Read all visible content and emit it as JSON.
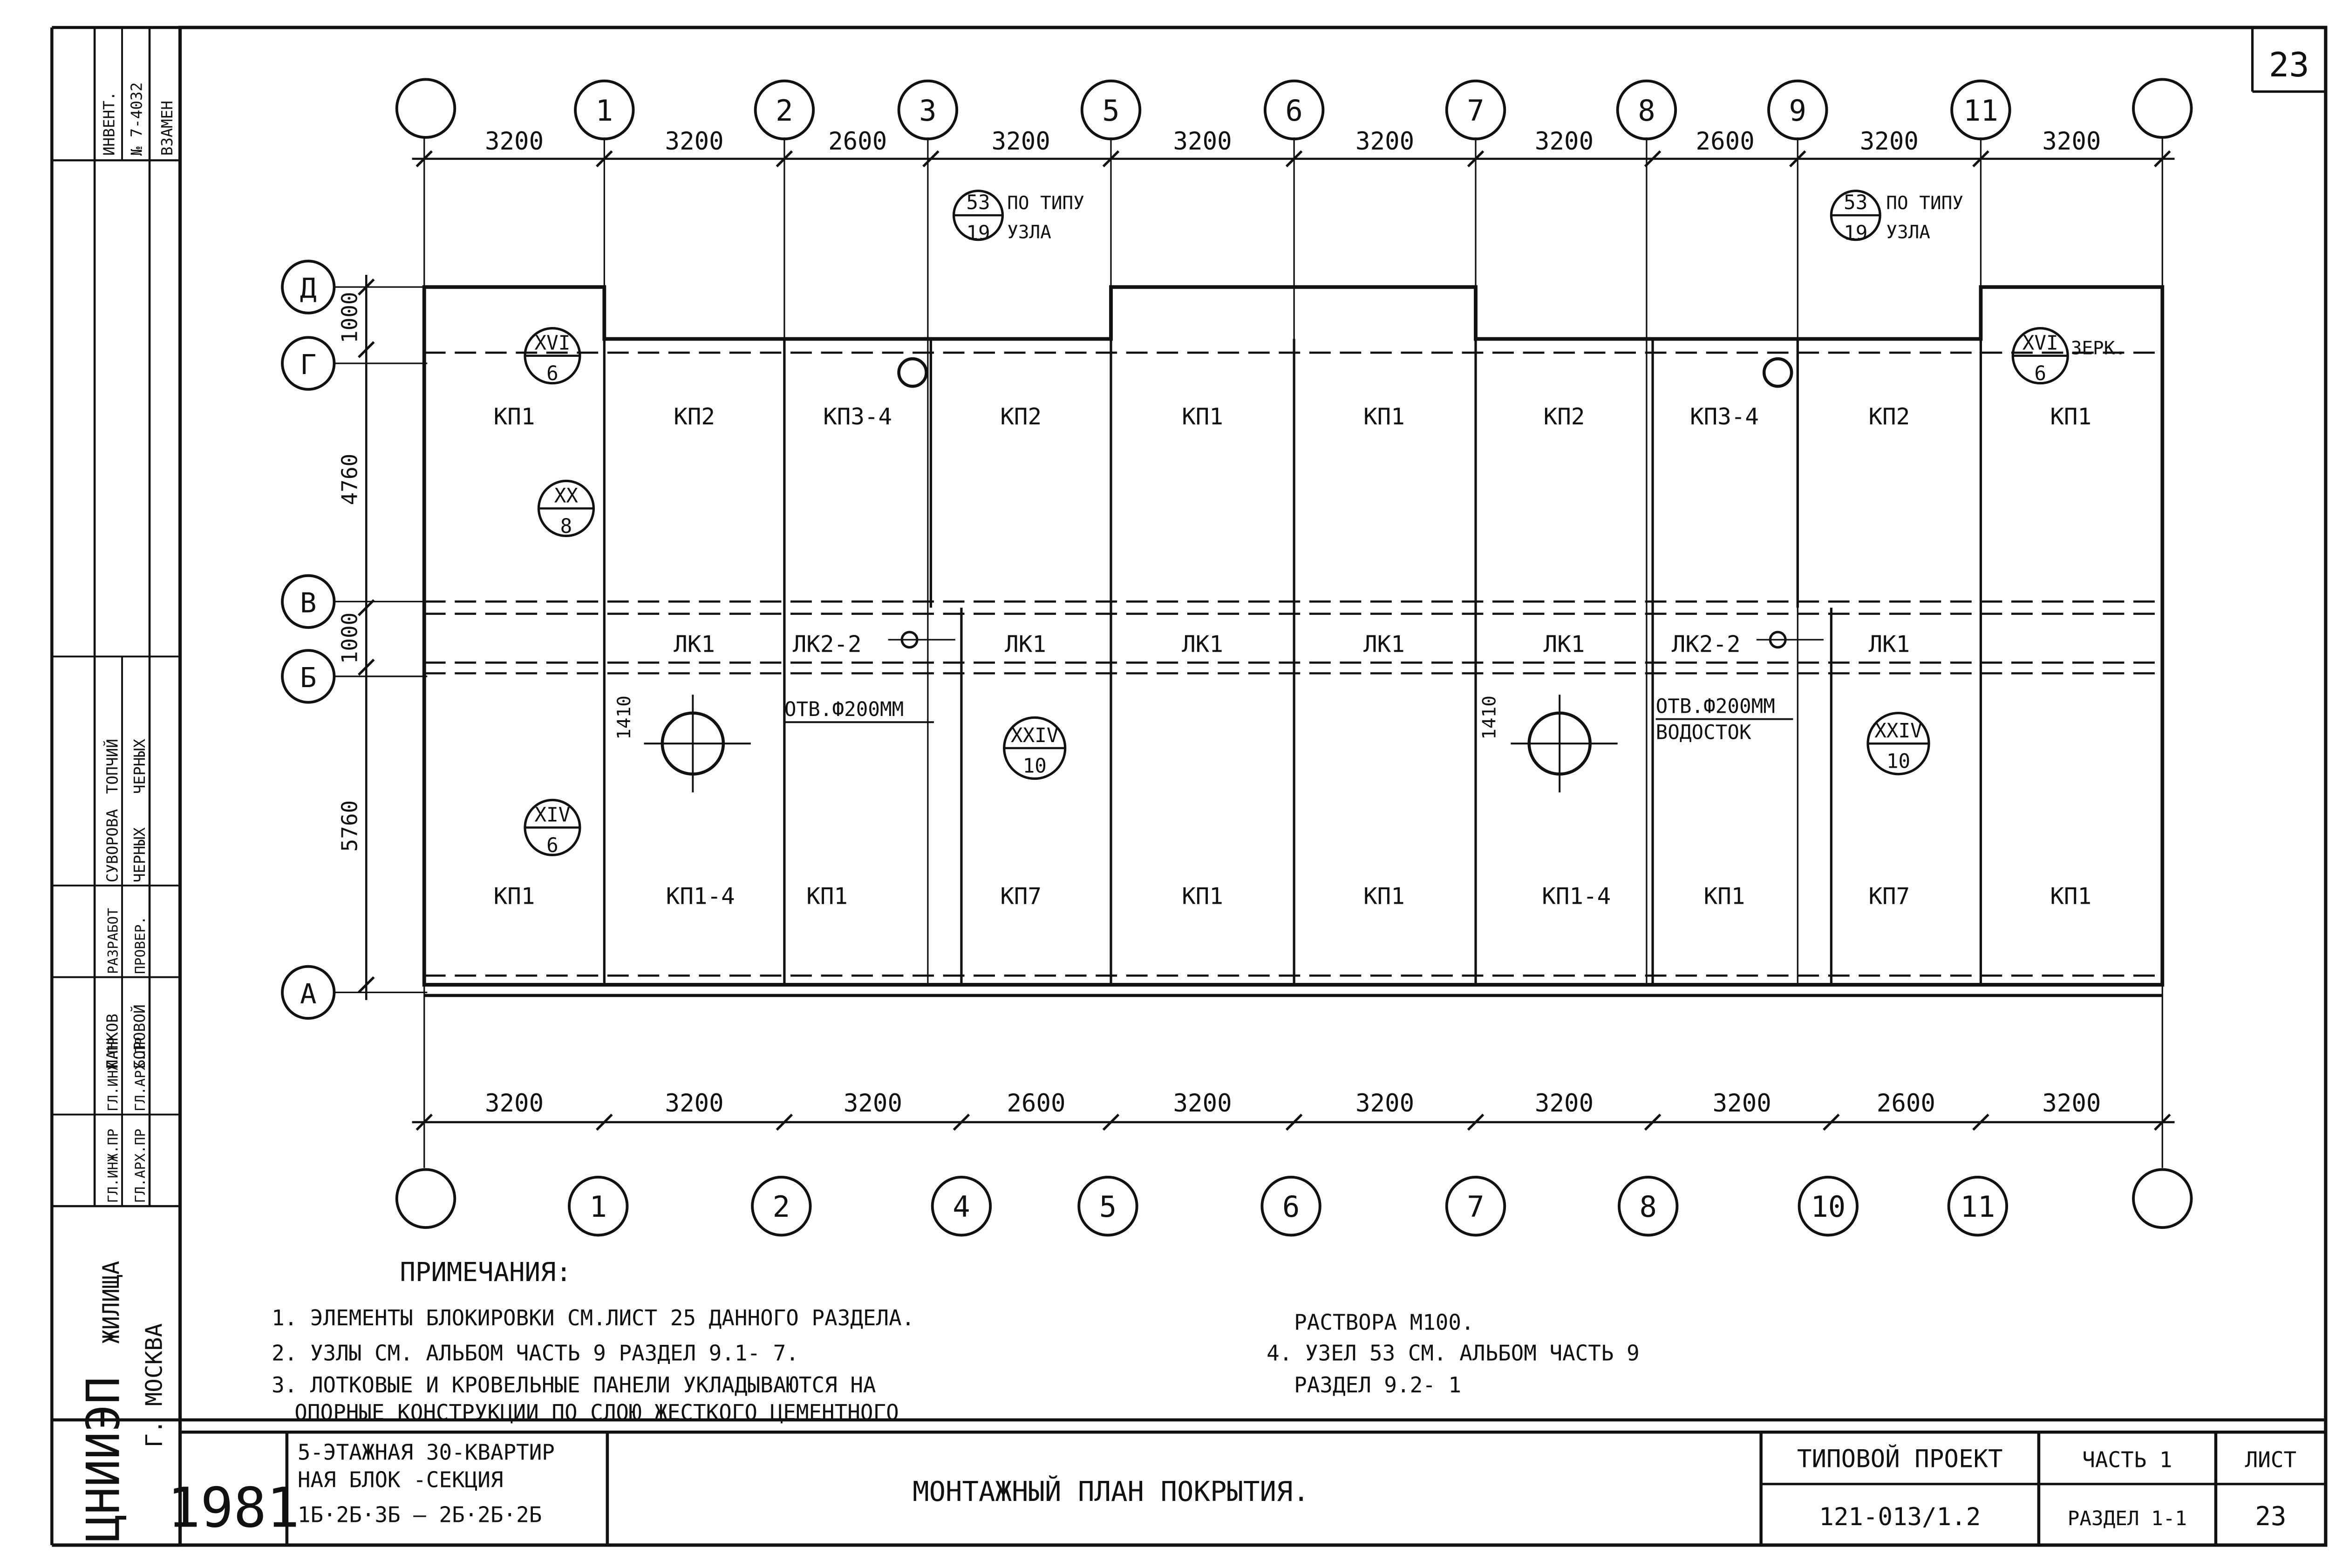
{
  "sheet_number": "23",
  "axes_top": [
    "1",
    "2",
    "3",
    "5",
    "6",
    "7",
    "8",
    "9",
    "11"
  ],
  "axes_bottom": [
    "1",
    "2",
    "4",
    "5",
    "6",
    "7",
    "8",
    "10",
    "11"
  ],
  "dims_top": [
    "3200",
    "3200",
    "2600",
    "3200",
    "3200",
    "3200",
    "3200",
    "2600",
    "3200",
    "3200"
  ],
  "dims_bottom": [
    "3200",
    "3200",
    "3200",
    "2600",
    "3200",
    "3200",
    "3200",
    "3200",
    "2600",
    "3200"
  ],
  "rows": [
    "Д",
    "Г",
    "В",
    "Б",
    "А"
  ],
  "dims_left": [
    "1000",
    "4760",
    "1000",
    "5760"
  ],
  "panels_upper": [
    "КП1",
    "КП2",
    "КП3-4",
    "КП2",
    "КП1",
    "КП1",
    "КП2",
    "КП3-4",
    "КП2",
    "КП1"
  ],
  "panels_middle": [
    "ЛК1",
    "ЛК2-2",
    "ЛК1",
    "ЛК1",
    "ЛК1",
    "ЛК1",
    "ЛК2-2",
    "ЛК1"
  ],
  "panels_lower": [
    "КП1",
    "КП1-4",
    "КП1",
    "КП7",
    "КП1",
    "КП1",
    "КП1-4",
    "КП1",
    "КП7",
    "КП1"
  ],
  "callouts": {
    "n53": {
      "top": "53",
      "bottom": "19",
      "text1": "ПО ТИПУ",
      "text2": "УЗЛА"
    },
    "xvi": {
      "top": "XVI",
      "bottom": "6",
      "mirror": "ЗЕРК."
    },
    "xx": {
      "top": "XX",
      "bottom": "8"
    },
    "xiv": {
      "top": "XIV",
      "bottom": "6"
    },
    "xxiv": {
      "top": "XXIV",
      "bottom": "10"
    }
  },
  "hole_note": "ОТВ.Ф200ММ",
  "hole_note_2": "ОТВ.Ф200ММ",
  "drain_note": "ВОДОСТОК",
  "dim_1410": "1410",
  "notes_title": "ПРИМЕЧАНИЯ:",
  "notes_left": [
    "1. ЭЛЕМЕНТЫ БЛОКИРОВКИ СМ.ЛИСТ 25 ДАННОГО РАЗДЕЛА.",
    "2. УЗЛЫ СМ. АЛЬБОМ ЧАСТЬ 9 РАЗДЕЛ 9.1- 7.",
    "3. ЛОТКОВЫЕ И КРОВЕЛЬНЫЕ ПАНЕЛИ УКЛАДЫВАЮТСЯ НА",
    "ОПОРНЫЕ КОНСТРУКЦИИ ПО СЛОЮ ЖЕСТКОГО ЦЕМЕНТНОГО"
  ],
  "notes_right": [
    "РАСТВОРА М100.",
    "4. УЗЕЛ 53 СМ. АЛЬБОМ ЧАСТЬ 9",
    "РАЗДЕЛ 9.2- 1"
  ],
  "title_block": {
    "year": "1981",
    "object_lines": [
      "5-ЭТАЖНАЯ 30-КВАРТИР",
      "НАЯ БЛОК -СЕКЦИЯ",
      "1Б·2Б·3Б – 2Б·2Б·2Б"
    ],
    "drawing_title": "МОНТАЖНЫЙ ПЛАН ПОКРЫТИЯ.",
    "project_label": "ТИПОВОЙ ПРОЕКТ",
    "project_number": "121-013/1.2",
    "part": "ЧАСТЬ 1",
    "section": "РАЗДЕЛ 1-1",
    "sheet_label": "ЛИСТ",
    "sheet_value": "23",
    "org_logo": "ЦНИИЭП",
    "org_suffix": "ЖИЛИЩА",
    "city": "Г. МОСКВА"
  },
  "side_stamp": {
    "roles": [
      "ГЛ.ИНЖ.ПР",
      "ГЛ.АРХ.ПР",
      "ГЛ.ИНЖ.ПР",
      "ГЛ.АРХ.ПР",
      "РАЗРАБОТ",
      "ПРОВЕР."
    ],
    "names": [
      "ПАНКОВ",
      "БОРОВОЙ",
      "СУВОРОВА",
      "ЧЕРНЫХ",
      "ТОПЧИЙ",
      "ЧЕРНЫХ"
    ],
    "top_labels": [
      "ИНВЕНТ.",
      "№ 7-4032",
      "ВЗАМЕН"
    ]
  }
}
